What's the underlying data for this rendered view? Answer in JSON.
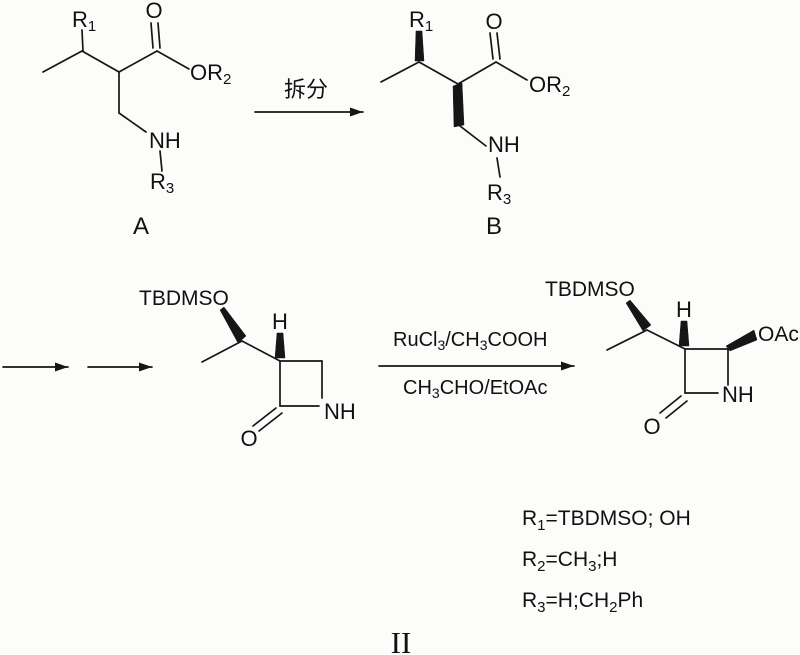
{
  "colors": {
    "ink": "#161616",
    "background": "#fcfcfb"
  },
  "scheme": {
    "numeral": "II",
    "row1": {
      "compound_a": {
        "r1": [
          "R",
          "1"
        ],
        "carbonyl_o": "O",
        "ester_or2": [
          "OR",
          "2"
        ],
        "amine_nh": "NH",
        "r3": [
          "R",
          "3"
        ],
        "tag": "A"
      },
      "arrow_reagent": "拆分",
      "compound_b": {
        "r1": [
          "R",
          "1"
        ],
        "carbonyl_o": "O",
        "ester_or2": [
          "OR",
          "2"
        ],
        "amine_nh": "NH",
        "r3": [
          "R",
          "3"
        ],
        "tag": "B"
      }
    },
    "row2": {
      "azetidinone": {
        "silyl": "TBDMSO",
        "stereo_h": "H",
        "ring_nh": "NH",
        "carbonyl_o": "O"
      },
      "conditions": {
        "above": [
          "RuCl",
          "3",
          "/CH",
          "3",
          "COOH"
        ],
        "below": [
          "CH",
          "3",
          "CHO/EtOAc"
        ]
      },
      "product": {
        "silyl": "TBDMSO",
        "stereo_h": "H",
        "acetate": "OAc",
        "ring_nh": "NH",
        "carbonyl_o": "O"
      }
    },
    "r_definitions": {
      "line1": [
        "R",
        "1",
        "=TBDMSO; OH"
      ],
      "line2": [
        "R",
        "2",
        "=CH",
        "3",
        ";H"
      ],
      "line3": [
        "R",
        "3",
        "=H;CH",
        "2",
        "Ph"
      ]
    }
  }
}
